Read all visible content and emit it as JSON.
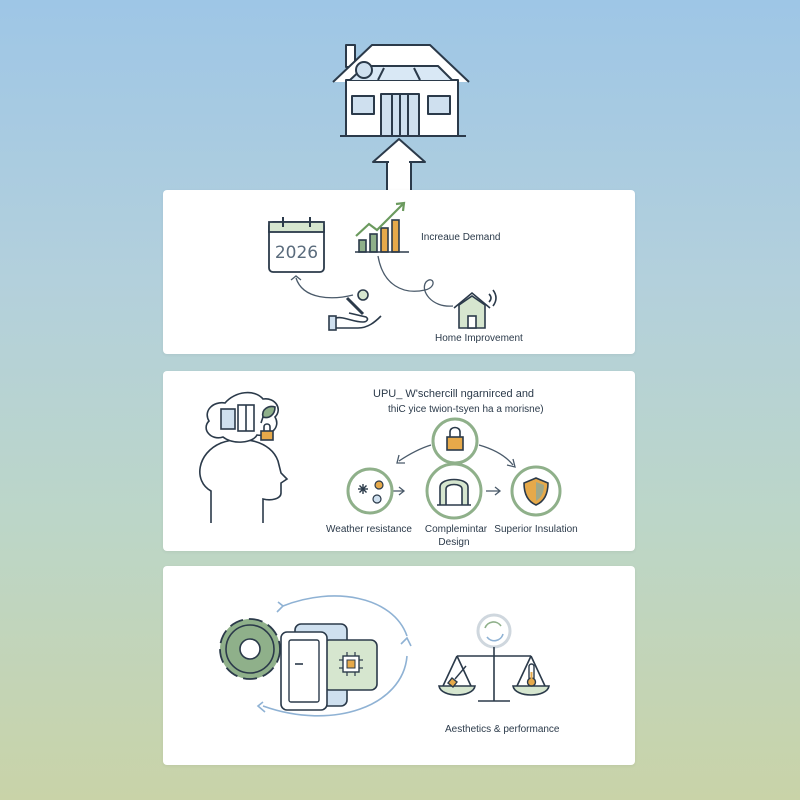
{
  "steps": {
    "demand": {
      "calendar_year": "2026",
      "increase_label": "Increaue Demand",
      "home_improvement_label": "Home Improvement"
    },
    "features": {
      "heading_line1": "UPU_ W'schercill ngarnirced and",
      "heading_line2": "thiC yice twion-tsyen ha a morisne)",
      "weather_label": "Weather resistance",
      "design_label_line1": "Complemintar",
      "design_label_line2": "Design",
      "insulation_label": "Superior Insulation"
    },
    "balance": {
      "aesthetics_label": "Aesthetics & performance"
    }
  },
  "colors": {
    "line": "#2b3a4a",
    "green": "#8fb08a",
    "green_light": "#d6e6cf",
    "blue_light": "#cfe0ef",
    "orange": "#e6a94a",
    "teal": "#6fa8b6"
  }
}
